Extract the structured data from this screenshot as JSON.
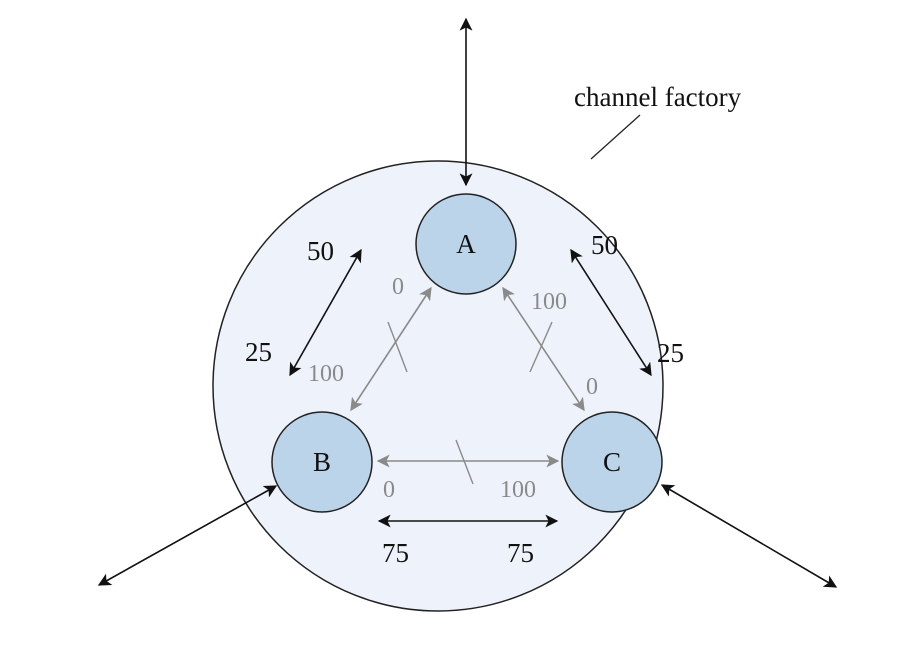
{
  "factory": {
    "label": "channel factory",
    "fill_color": "#eef3fb",
    "stroke_color": "#222222"
  },
  "nodes": [
    {
      "id": "A",
      "label": "A",
      "fill_color": "#bcd4ea"
    },
    {
      "id": "B",
      "label": "B",
      "fill_color": "#bcd4ea"
    },
    {
      "id": "C",
      "label": "C",
      "fill_color": "#bcd4ea"
    }
  ],
  "factory_channels": [
    {
      "between": "A-B",
      "at_A": "0",
      "at_B": "100"
    },
    {
      "between": "A-C",
      "at_A": "100",
      "at_C": "0"
    },
    {
      "between": "B-C",
      "at_B": "0",
      "at_C": "100"
    }
  ],
  "external_channels": [
    {
      "between": "A-B",
      "at_A": "50",
      "at_B": "25"
    },
    {
      "between": "A-C",
      "at_A": "50",
      "at_C": "25"
    },
    {
      "between": "B-C",
      "at_B": "75",
      "at_C": "75"
    }
  ],
  "colors": {
    "arrow_black": "#111111",
    "arrow_gray": "#8a8a8a"
  }
}
